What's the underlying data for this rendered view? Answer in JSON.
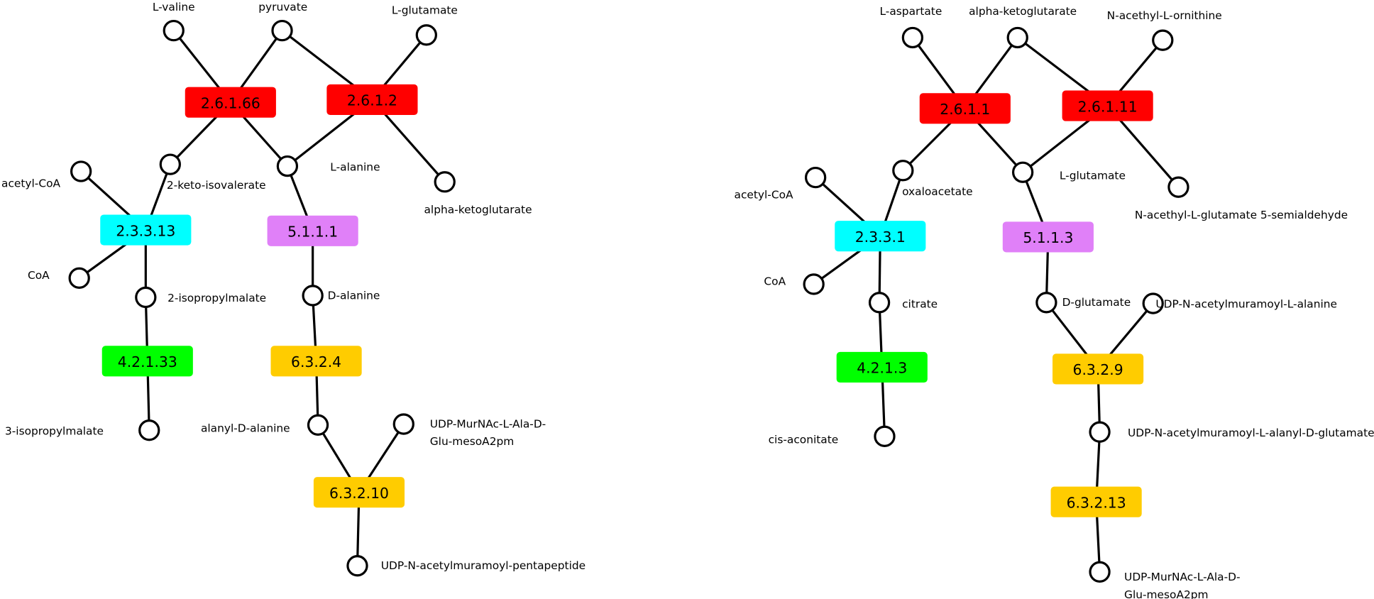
{
  "colors": {
    "transaminase": "#ff0000",
    "synthase": "#00ffff",
    "racemase": "#e080f8",
    "hydratase": "#00ff00",
    "ligase": "#ffcc00"
  },
  "pathways": [
    {
      "enzymes": [
        {
          "id": "e1",
          "label": "2.6.1.66",
          "color": "#ff0000"
        },
        {
          "id": "e2",
          "label": "2.6.1.2",
          "color": "#ff0000"
        },
        {
          "id": "e3",
          "label": "2.3.3.13",
          "color": "#00ffff"
        },
        {
          "id": "e4",
          "label": "5.1.1.1",
          "color": "#e080f8"
        },
        {
          "id": "e5",
          "label": "4.2.1.33",
          "color": "#00ff00"
        },
        {
          "id": "e6",
          "label": "6.3.2.4",
          "color": "#ffcc00"
        },
        {
          "id": "e7",
          "label": "6.3.2.10",
          "color": "#ffcc00"
        }
      ],
      "compounds": [
        {
          "id": "c1",
          "label": "L-valine"
        },
        {
          "id": "c2",
          "label": "pyruvate"
        },
        {
          "id": "c3",
          "label": "L-glutamate"
        },
        {
          "id": "c4",
          "label": "2-keto-isovalerate"
        },
        {
          "id": "c5",
          "label": "L-alanine"
        },
        {
          "id": "c6",
          "label": "alpha-ketoglutarate"
        },
        {
          "id": "c7",
          "label": "acetyl-CoA"
        },
        {
          "id": "c8",
          "label": "CoA"
        },
        {
          "id": "c9",
          "label": "2-isopropylmalate"
        },
        {
          "id": "c10",
          "label": "D-alanine"
        },
        {
          "id": "c11",
          "label": "3-isopropylmalate"
        },
        {
          "id": "c12",
          "label": "alanyl-D-alanine"
        },
        {
          "id": "c13",
          "label": "UDP-MurNAc-L-Ala-D-",
          "label2": "Glu-mesoA2pm"
        },
        {
          "id": "c14",
          "label": "UDP-N-acetylmuramoyl-pentapeptide"
        }
      ],
      "edges": [
        [
          "c1",
          "e1"
        ],
        [
          "c2",
          "e1"
        ],
        [
          "c2",
          "e2"
        ],
        [
          "c3",
          "e2"
        ],
        [
          "e1",
          "c4"
        ],
        [
          "e1",
          "c5"
        ],
        [
          "e2",
          "c5"
        ],
        [
          "e2",
          "c6"
        ],
        [
          "c7",
          "e3"
        ],
        [
          "c4",
          "e3"
        ],
        [
          "e3",
          "c8"
        ],
        [
          "e3",
          "c9"
        ],
        [
          "c5",
          "e4"
        ],
        [
          "e4",
          "c10"
        ],
        [
          "c9",
          "e5"
        ],
        [
          "e5",
          "c11"
        ],
        [
          "c10",
          "e6"
        ],
        [
          "e6",
          "c12"
        ],
        [
          "c12",
          "e7"
        ],
        [
          "c13",
          "e7"
        ],
        [
          "e7",
          "c14"
        ]
      ]
    },
    {
      "enzymes": [
        {
          "id": "e1",
          "label": "2.6.1.1",
          "color": "#ff0000"
        },
        {
          "id": "e2",
          "label": "2.6.1.11",
          "color": "#ff0000"
        },
        {
          "id": "e3",
          "label": "2.3.3.1",
          "color": "#00ffff"
        },
        {
          "id": "e4",
          "label": "5.1.1.3",
          "color": "#e080f8"
        },
        {
          "id": "e5",
          "label": "4.2.1.3",
          "color": "#00ff00"
        },
        {
          "id": "e6",
          "label": "6.3.2.9",
          "color": "#ffcc00"
        },
        {
          "id": "e7",
          "label": "6.3.2.13",
          "color": "#ffcc00"
        }
      ],
      "compounds": [
        {
          "id": "c1",
          "label": "L-aspartate"
        },
        {
          "id": "c2",
          "label": "alpha-ketoglutarate"
        },
        {
          "id": "c3",
          "label": "N-acethyl-L-ornithine"
        },
        {
          "id": "c4",
          "label": "oxaloacetate"
        },
        {
          "id": "c5",
          "label": "L-glutamate"
        },
        {
          "id": "c6",
          "label": "N-acethyl-L-glutamate 5-semialdehyde"
        },
        {
          "id": "c7",
          "label": "acetyl-CoA"
        },
        {
          "id": "c8",
          "label": "CoA"
        },
        {
          "id": "c9",
          "label": "citrate"
        },
        {
          "id": "c10",
          "label": "D-glutamate"
        },
        {
          "id": "c11",
          "label": "UDP-N-acetylmuramoyl-L-alanine"
        },
        {
          "id": "c12",
          "label": "cis-aconitate"
        },
        {
          "id": "c13",
          "label": "UDP-N-acetylmuramoyl-L-alanyl-D-glutamate"
        },
        {
          "id": "c14",
          "label": "UDP-MurNAc-L-Ala-D-",
          "label2": "Glu-mesoA2pm"
        }
      ],
      "edges": [
        [
          "c1",
          "e1"
        ],
        [
          "c2",
          "e1"
        ],
        [
          "c2",
          "e2"
        ],
        [
          "c3",
          "e2"
        ],
        [
          "e1",
          "c4"
        ],
        [
          "e1",
          "c5"
        ],
        [
          "e2",
          "c5"
        ],
        [
          "e2",
          "c6"
        ],
        [
          "c7",
          "e3"
        ],
        [
          "c4",
          "e3"
        ],
        [
          "e3",
          "c8"
        ],
        [
          "e3",
          "c9"
        ],
        [
          "c5",
          "e4"
        ],
        [
          "e4",
          "c10"
        ],
        [
          "c9",
          "e5"
        ],
        [
          "e5",
          "c12"
        ],
        [
          "c10",
          "e6"
        ],
        [
          "c11",
          "e6"
        ],
        [
          "e6",
          "c13"
        ],
        [
          "c13",
          "e7"
        ],
        [
          "e7",
          "c14"
        ]
      ]
    }
  ]
}
